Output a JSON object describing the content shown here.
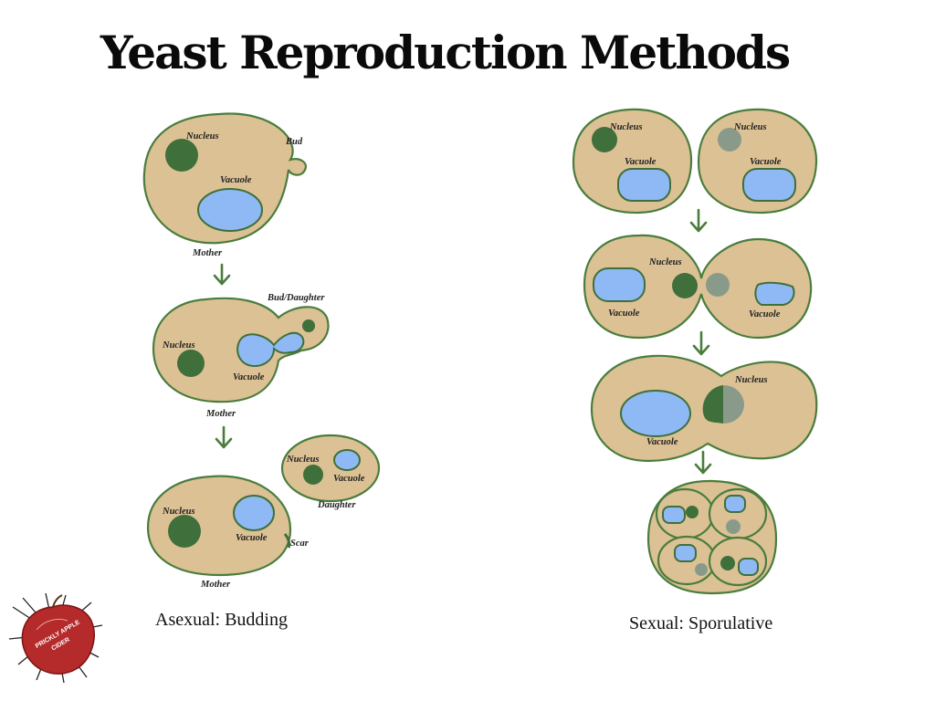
{
  "title": "Yeast Reproduction Methods",
  "colors": {
    "cytoplasm": "#dcc195",
    "membrane": "#4a7d3d",
    "vacuole": "#8eb9f4",
    "nucleus": "#3f6f3a",
    "partner_nucleus": "#8a9a8a"
  },
  "asexual": {
    "caption": "Asexual: Budding",
    "stage1": {
      "nucleus": "Nucleus",
      "vacuole": "Vacuole",
      "bud": "Bud",
      "mother": "Mother"
    },
    "stage2": {
      "nucleus": "Nucleus",
      "vacuole": "Vacuole",
      "bud_daughter": "Bud/Daughter",
      "mother": "Mother"
    },
    "stage3": {
      "nucleus": "Nucleus",
      "vacuole": "Vacuole",
      "scar": "Scar",
      "mother": "Mother",
      "daughter_nucleus": "Nucleus",
      "daughter_vacuole": "Vacuole",
      "daughter": "Daughter"
    }
  },
  "sexual": {
    "caption": "Sexual: Sporulative",
    "stage1": {
      "left_nucleus": "Nucleus",
      "left_vacuole": "Vacuole",
      "right_nucleus": "Nucleus",
      "right_vacuole": "Vacuole"
    },
    "stage2": {
      "nucleus": "Nucleus",
      "left_vacuole": "Vacuole",
      "right_vacuole": "Vacuole"
    },
    "stage3": {
      "nucleus": "Nucleus",
      "vacuole": "Vacuole"
    }
  },
  "logo": {
    "line1": "PRICKLY APPLE",
    "line2": "CIDER",
    "icon": "apple-logo-icon"
  }
}
